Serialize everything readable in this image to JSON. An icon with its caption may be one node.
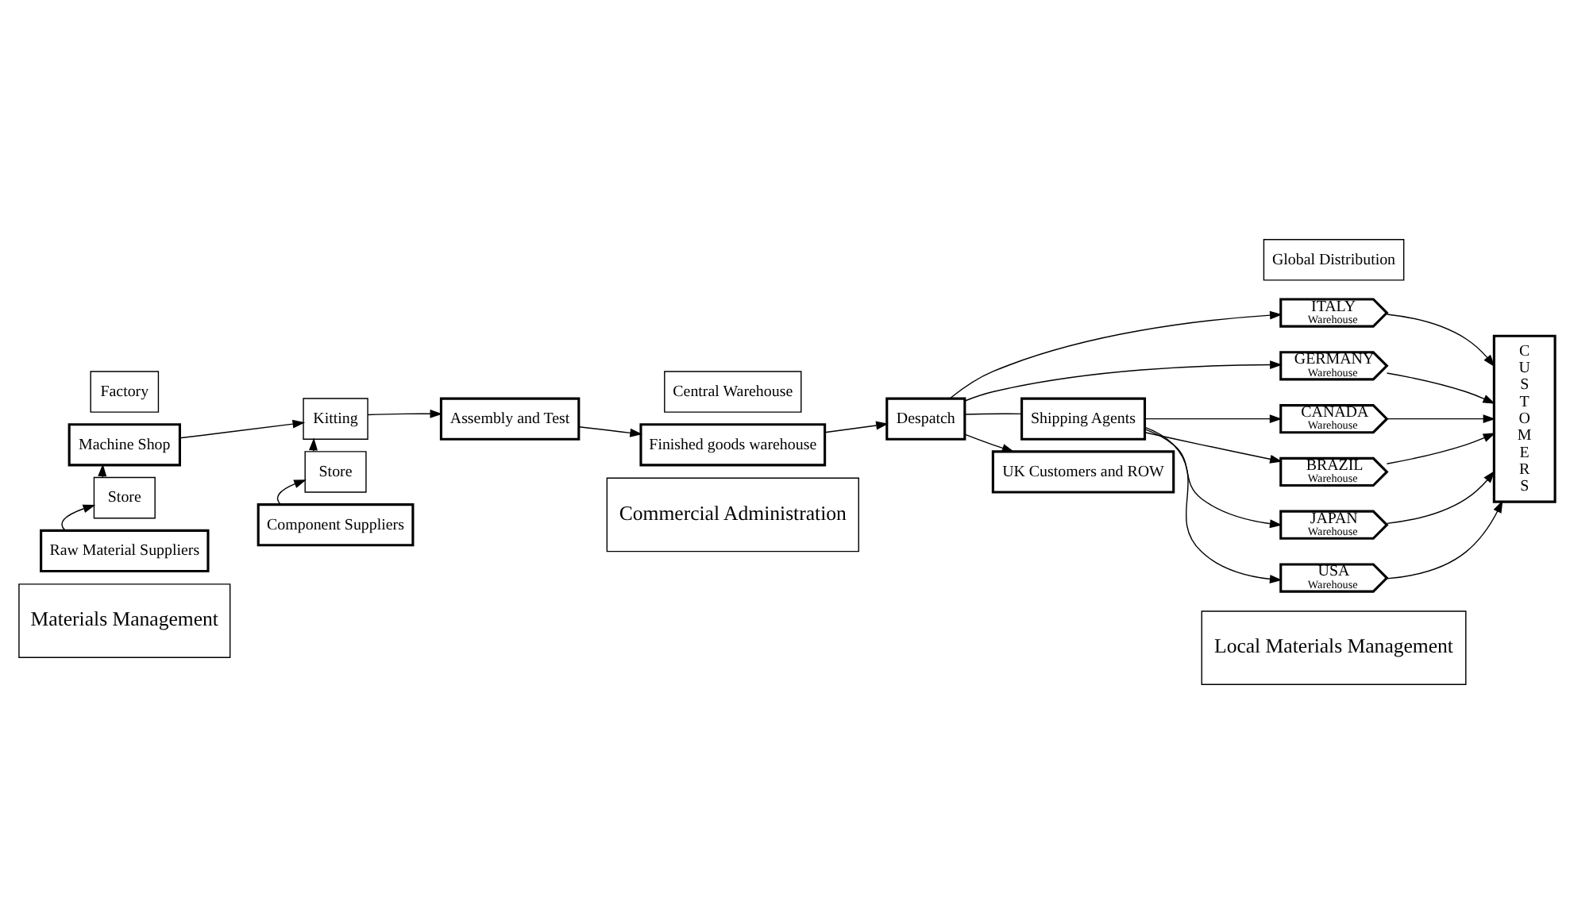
{
  "diagram": {
    "nodes": [
      {
        "text": [
          "Factory"
        ]
      },
      {
        "text": [
          "Central Warehouse"
        ]
      },
      {
        "text": [
          "Global Distribution"
        ]
      },
      {
        "text": [
          "UK Customers and ROW"
        ]
      },
      {
        "text": [
          "Machine Shop"
        ]
      },
      {
        "text": [
          "Kitting"
        ]
      },
      {
        "text": [
          "Assembly and Test"
        ]
      },
      {
        "text": [
          "Finished goods warehouse"
        ]
      },
      {
        "text": [
          "Despatch"
        ]
      },
      {
        "text": [
          "ITALY",
          "Warehouse"
        ]
      },
      {
        "text": [
          "GERMANY",
          "Warehouse"
        ]
      },
      {
        "text": [
          "CANADA",
          "Warehouse"
        ]
      },
      {
        "text": [
          "BRAZIL",
          "Warehouse"
        ]
      },
      {
        "text": [
          "JAPAN",
          "Warehouse"
        ]
      },
      {
        "text": [
          "USA",
          "Warehouse"
        ]
      },
      {
        "text": [
          "CUSTOMERS"
        ]
      },
      {
        "text": [
          "Shipping Agents"
        ]
      },
      {
        "text": [
          "Store"
        ]
      },
      {
        "text": [
          "Store"
        ]
      },
      {
        "text": [
          "Raw Material Suppliers"
        ]
      },
      {
        "text": [
          "Component Suppliers"
        ]
      },
      {
        "text": [
          "Materials Management"
        ]
      },
      {
        "text": [
          "Commercial Administration"
        ]
      },
      {
        "text": [
          "Local Materials Management"
        ]
      }
    ],
    "edges": [
      {
        "from": 4,
        "to": 5,
        "arrow": "to"
      },
      {
        "from": 5,
        "to": 6,
        "arrow": "to"
      },
      {
        "from": 6,
        "to": 7,
        "arrow": "to"
      },
      {
        "from": 7,
        "to": 8,
        "arrow": "to"
      },
      {
        "from": 8,
        "to": 3,
        "arrow": "to"
      },
      {
        "from": 8,
        "to": 9,
        "arrow": "to"
      },
      {
        "from": 8,
        "to": 10,
        "arrow": "to"
      },
      {
        "from": 8,
        "to": 16,
        "arrow": "none"
      },
      {
        "from": 16,
        "to": 11,
        "arrow": "to"
      },
      {
        "from": 16,
        "to": 12,
        "arrow": "to"
      },
      {
        "from": 16,
        "to": 13,
        "arrow": "to"
      },
      {
        "from": 16,
        "to": 14,
        "arrow": "to"
      },
      {
        "from": 9,
        "to": 15,
        "arrow": "to"
      },
      {
        "from": 10,
        "to": 15,
        "arrow": "to"
      },
      {
        "from": 11,
        "to": 15,
        "arrow": "to"
      },
      {
        "from": 12,
        "to": 15,
        "arrow": "to"
      },
      {
        "from": 13,
        "to": 15,
        "arrow": "to"
      },
      {
        "from": 14,
        "to": 15,
        "arrow": "to"
      },
      {
        "from": 17,
        "to": 4,
        "arrow": "to"
      },
      {
        "from": 18,
        "to": 5,
        "arrow": "to"
      },
      {
        "from": 19,
        "to": 17,
        "arrow": "to"
      },
      {
        "from": 20,
        "to": 18,
        "arrow": "to"
      }
    ]
  }
}
